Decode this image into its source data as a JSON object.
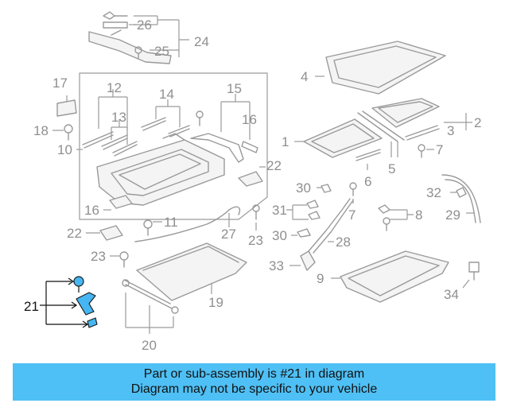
{
  "diagram": {
    "highlighted_part": "21",
    "callouts": {
      "c1": "1",
      "c2": "2",
      "c3": "3",
      "c4": "4",
      "c5": "5",
      "c6": "6",
      "c7a": "7",
      "c7b": "7",
      "c8": "8",
      "c9": "9",
      "c10": "10",
      "c11": "11",
      "c12": "12",
      "c13": "13",
      "c14": "14",
      "c15": "15",
      "c16a": "16",
      "c16b": "16",
      "c17": "17",
      "c18": "18",
      "c19": "19",
      "c20": "20",
      "c21": "21",
      "c22a": "22",
      "c22b": "22",
      "c23a": "23",
      "c23b": "23",
      "c24": "24",
      "c25": "25",
      "c26": "26",
      "c27": "27",
      "c28": "28",
      "c29": "29",
      "c30a": "30",
      "c30b": "30",
      "c31": "31",
      "c32": "32",
      "c33": "33",
      "c34": "34"
    }
  },
  "banner": {
    "line1": "Part or sub-assembly is #21 in diagram",
    "line2": "Diagram may not be specific to your vehicle",
    "background": "#4fc0f5"
  },
  "colors": {
    "part_line": "#9a9a9a",
    "highlight_fill": "#46b6f2",
    "highlight_text": "#111111"
  }
}
